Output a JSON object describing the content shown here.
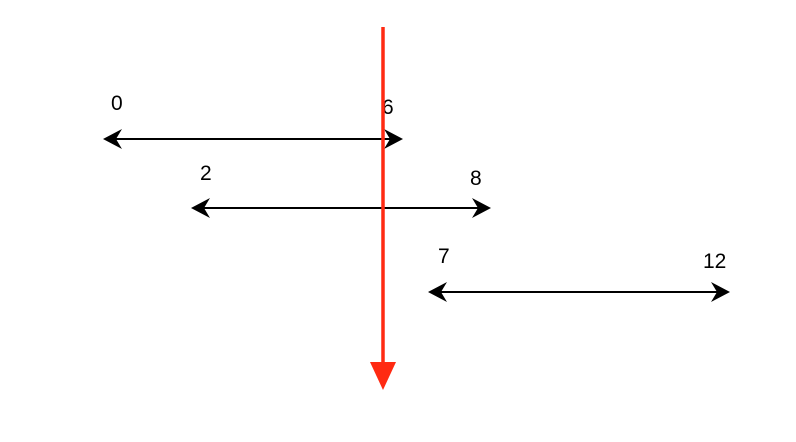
{
  "diagram": {
    "intervals": [
      {
        "start_label": "0",
        "end_label": "6"
      },
      {
        "start_label": "2",
        "end_label": "8"
      },
      {
        "start_label": "7",
        "end_label": "12"
      }
    ],
    "colors": {
      "interval_line": "#000000",
      "sweep_line": "#ff2a12",
      "background": "#ffffff"
    }
  }
}
